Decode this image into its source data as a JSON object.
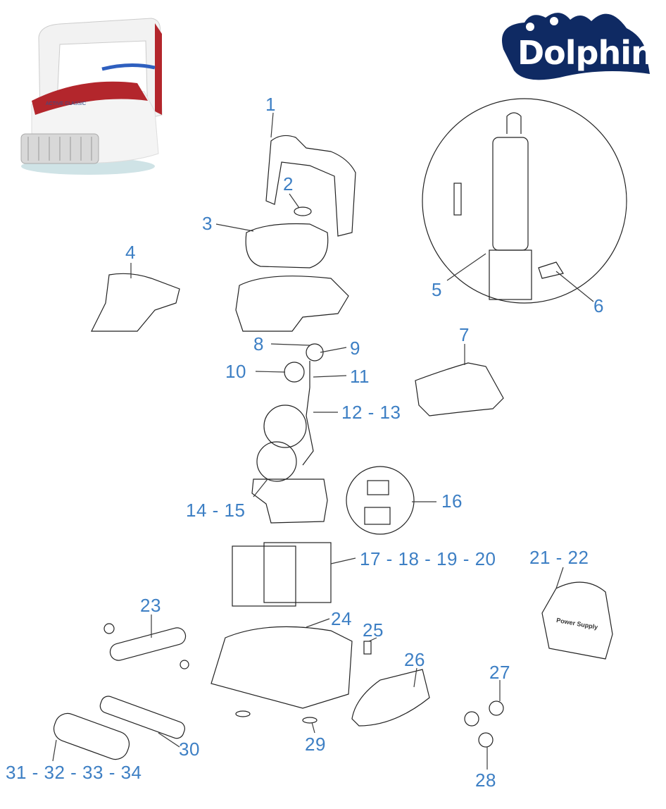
{
  "brand": {
    "logo_text": "Dolphin",
    "color": "#0f2a63"
  },
  "product_photo": {
    "model_label": "ACTIVE CLASSIC"
  },
  "label_color": "#3d7fc4",
  "parts": [
    {
      "id": "p1",
      "label": "1"
    },
    {
      "id": "p2",
      "label": "2"
    },
    {
      "id": "p3",
      "label": "3"
    },
    {
      "id": "p4",
      "label": "4"
    },
    {
      "id": "p5",
      "label": "5"
    },
    {
      "id": "p6",
      "label": "6"
    },
    {
      "id": "p7",
      "label": "7"
    },
    {
      "id": "p8",
      "label": "8"
    },
    {
      "id": "p9",
      "label": "9"
    },
    {
      "id": "p10",
      "label": "10"
    },
    {
      "id": "p11",
      "label": "11"
    },
    {
      "id": "p12",
      "label": "12 - 13"
    },
    {
      "id": "p14",
      "label": "14 - 15"
    },
    {
      "id": "p16",
      "label": "16"
    },
    {
      "id": "p17",
      "label": "17 - 18 - 19 - 20"
    },
    {
      "id": "p21",
      "label": "21 - 22"
    },
    {
      "id": "p23",
      "label": "23"
    },
    {
      "id": "p24",
      "label": "24"
    },
    {
      "id": "p25",
      "label": "25"
    },
    {
      "id": "p26",
      "label": "26"
    },
    {
      "id": "p27",
      "label": "27"
    },
    {
      "id": "p28",
      "label": "28"
    },
    {
      "id": "p29",
      "label": "29"
    },
    {
      "id": "p30",
      "label": "30"
    },
    {
      "id": "p31",
      "label": "31 - 32 - 33 - 34"
    }
  ],
  "power_supply_text": "Power Supply"
}
